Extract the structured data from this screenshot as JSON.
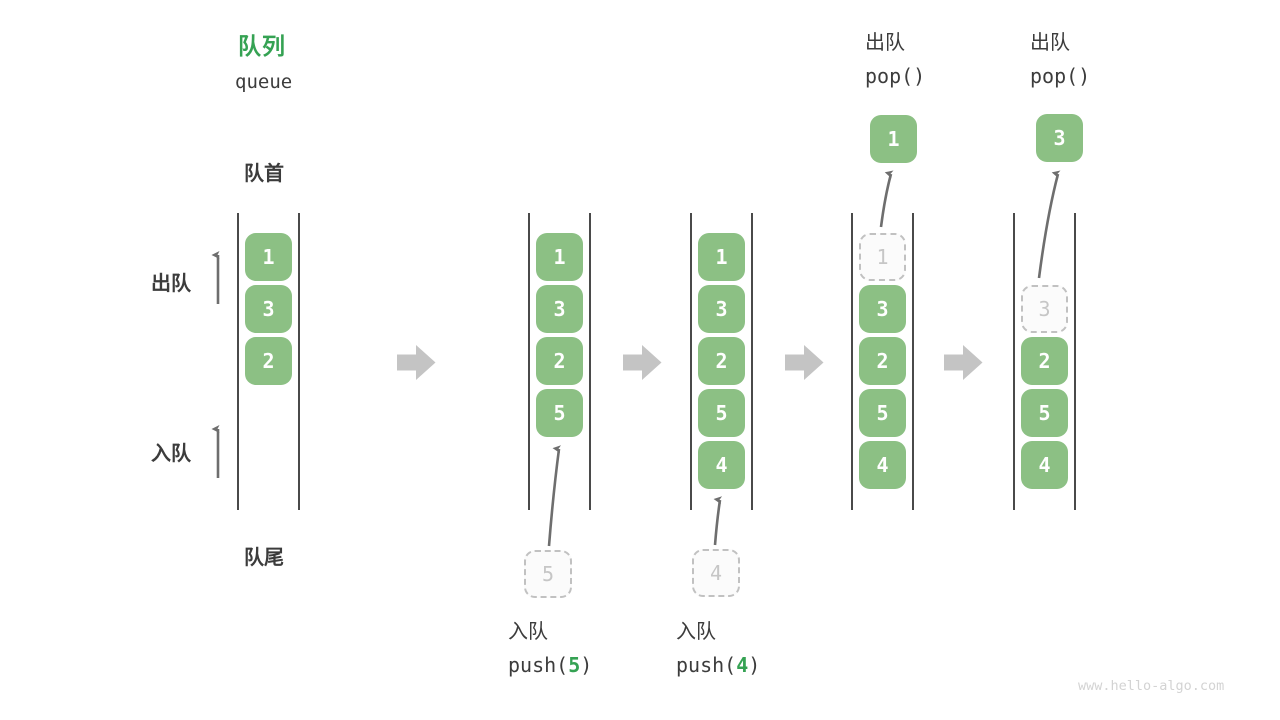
{
  "diagram": {
    "title_cn": "队列",
    "title_en": "queue",
    "front_label": "队首",
    "rear_label": "队尾",
    "side_dequeue_label": "出队",
    "side_enqueue_label": "入队",
    "watermark": "www.hello-algo.com"
  },
  "colors": {
    "accent_green": "#35a253",
    "box_green": "#8cc084",
    "container_line": "#4a4a4a",
    "block_arrow_gray": "#c4c4c4",
    "thin_arrow_gray": "#6e6e6e",
    "dashed_border": "#c1c1c1",
    "dashed_text": "#c6c6c6",
    "text_dark": "#3c3c3c",
    "watermark_gray": "#d3d3d3"
  },
  "states": [
    {
      "name": "initial",
      "slots": [
        {
          "value": "1",
          "state": "solid"
        },
        {
          "value": "3",
          "state": "solid"
        },
        {
          "value": "2",
          "state": "solid"
        }
      ]
    },
    {
      "name": "after-push-5",
      "slots": [
        {
          "value": "1",
          "state": "solid"
        },
        {
          "value": "3",
          "state": "solid"
        },
        {
          "value": "2",
          "state": "solid"
        },
        {
          "value": "5",
          "state": "solid"
        }
      ],
      "incoming": {
        "value": "5",
        "op_label": "入队",
        "code_prefix": "push(",
        "code_value": "5",
        "code_suffix": ")"
      }
    },
    {
      "name": "after-push-4",
      "slots": [
        {
          "value": "1",
          "state": "solid"
        },
        {
          "value": "3",
          "state": "solid"
        },
        {
          "value": "2",
          "state": "solid"
        },
        {
          "value": "5",
          "state": "solid"
        },
        {
          "value": "4",
          "state": "solid"
        }
      ],
      "incoming": {
        "value": "4",
        "op_label": "入队",
        "code_prefix": "push(",
        "code_value": "4",
        "code_suffix": ")"
      }
    },
    {
      "name": "after-pop-1",
      "slots": [
        {
          "value": "1",
          "state": "removed"
        },
        {
          "value": "3",
          "state": "solid"
        },
        {
          "value": "2",
          "state": "solid"
        },
        {
          "value": "5",
          "state": "solid"
        },
        {
          "value": "4",
          "state": "solid"
        }
      ],
      "outgoing": {
        "value": "1",
        "op_label": "出队",
        "code": "pop()"
      }
    },
    {
      "name": "after-pop-3",
      "slots": [
        {
          "value": "",
          "state": "empty"
        },
        {
          "value": "3",
          "state": "removed"
        },
        {
          "value": "2",
          "state": "solid"
        },
        {
          "value": "5",
          "state": "solid"
        },
        {
          "value": "4",
          "state": "solid"
        }
      ],
      "outgoing": {
        "value": "3",
        "op_label": "出队",
        "code": "pop()"
      }
    }
  ]
}
